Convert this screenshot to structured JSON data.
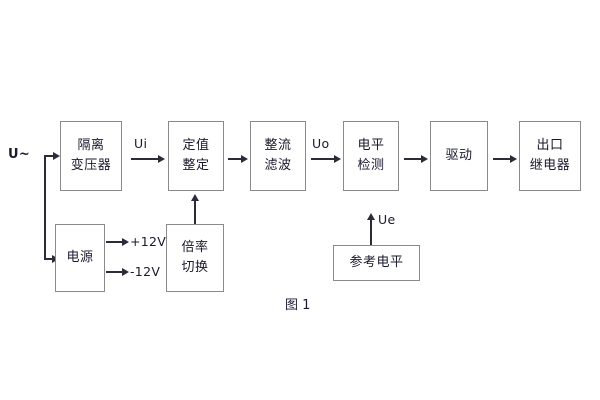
{
  "diagram": {
    "caption": "图 1",
    "input_label": "U~",
    "blocks": [
      {
        "id": "isolation-transformer",
        "lines": [
          "隔离",
          "变压器"
        ]
      },
      {
        "id": "setpoint-setting",
        "lines": [
          "定值",
          "整定"
        ]
      },
      {
        "id": "rectifier-filter",
        "lines": [
          "整流",
          "滤波"
        ]
      },
      {
        "id": "level-detection",
        "lines": [
          "电平",
          "检测"
        ]
      },
      {
        "id": "driver",
        "lines": [
          "驱动"
        ]
      },
      {
        "id": "output-relay",
        "lines": [
          "出口",
          "继电器"
        ]
      },
      {
        "id": "power-supply",
        "lines": [
          "电源"
        ]
      },
      {
        "id": "multiplier-switch",
        "lines": [
          "倍率",
          "切换"
        ]
      },
      {
        "id": "reference-level",
        "lines": [
          "参考电平"
        ]
      }
    ],
    "signal_labels": [
      {
        "id": "ui",
        "text": "Ui"
      },
      {
        "id": "uo",
        "text": "Uo"
      },
      {
        "id": "ue",
        "text": "Ue"
      }
    ],
    "rail_labels": [
      {
        "id": "rail-positive",
        "text": "+12V"
      },
      {
        "id": "rail-negative",
        "text": "-12V"
      }
    ],
    "colors": {
      "box_border": "#8a8a8a",
      "wire": "#2b2b3a",
      "text": "#1a1a2e",
      "background": "#ffffff"
    }
  }
}
